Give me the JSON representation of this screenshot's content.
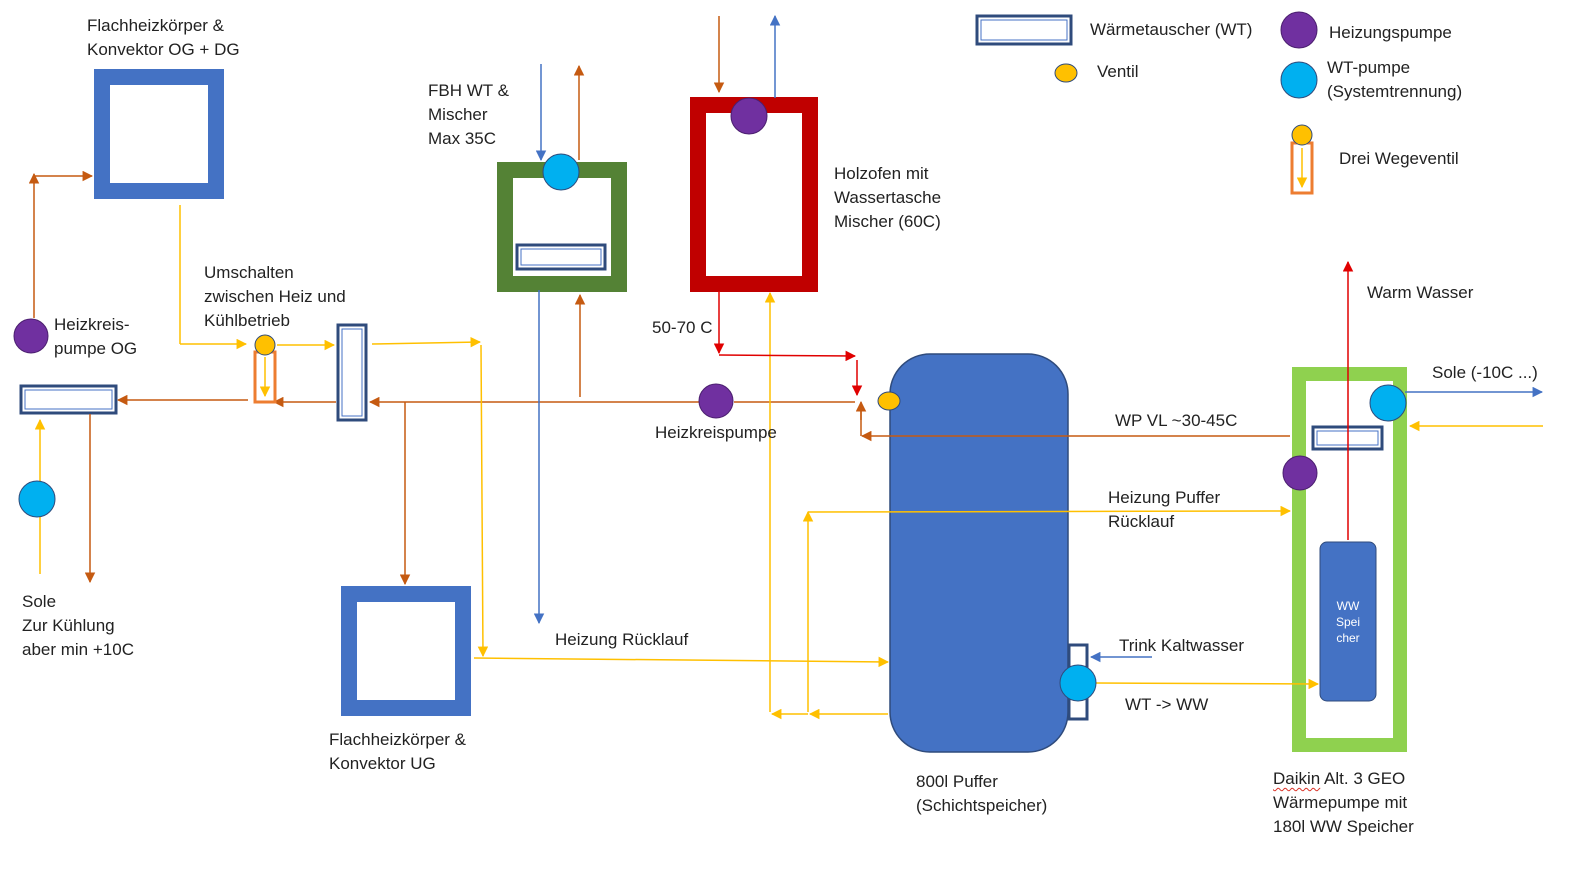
{
  "colors": {
    "brown": "#c55a11",
    "yellow": "#ffc000",
    "blue_line": "#4472c4",
    "red": "#e00000",
    "blue_fill": "#4472c4",
    "dark_blue_border": "#2f4b7c",
    "green": "#548235",
    "light_green": "#8fd14f",
    "red_fill": "#c00000",
    "purple": "#7030a0",
    "cyan": "#00b0f0",
    "valve_yellow": "#ffc000",
    "orange": "#ed7d31"
  },
  "legend": {
    "wt": "Wärmetauscher (WT)",
    "heizungspumpe": "Heizungspumpe",
    "ventil": "Ventil",
    "wt_pumpe": "WT-pumpe\n(Systemtrennung)",
    "dreiwege": "Drei Wegeventil"
  },
  "labels": {
    "flachheiz_og": "Flachheizkörper &\nKonvektor OG + DG",
    "fbh": "FBH WT &\nMischer\nMax 35C",
    "holzofen": "Holzofen mit\nWassertasche\nMischer (60C)",
    "umschalten": "Umschalten\nzwischen Heiz und\nKühlbetrieb",
    "heizkreis_og": "Heizkreis-\npumpe OG",
    "sole_kuehlung": "Sole\nZur Kühlung\naber min +10C",
    "temp_50_70": "50-70 C",
    "heizkreispumpe": "Heizkreispumpe",
    "warm_wasser": "Warm Wasser",
    "sole_minus": "Sole (-10C ...)",
    "wp_vl": "WP VL ~30-45C",
    "heizung_puffer": "Heizung Puffer\nRücklauf",
    "heizung_ruecklauf": "Heizung Rücklauf",
    "trink_kaltwasser": "Trink Kaltwasser",
    "wt_ww": "WT -> WW",
    "flachheiz_ug": "Flachheizkörper &\nKonvektor UG",
    "puffer": "800l Puffer\n(Schichtspeicher)",
    "daikin_word": "Daikin",
    "daikin_rest": " Alt. 3 GEO",
    "daikin_lines": "Wärmepumpe mit\n180l WW Speicher",
    "ww_speicher": "WW\nSpei\ncher"
  }
}
